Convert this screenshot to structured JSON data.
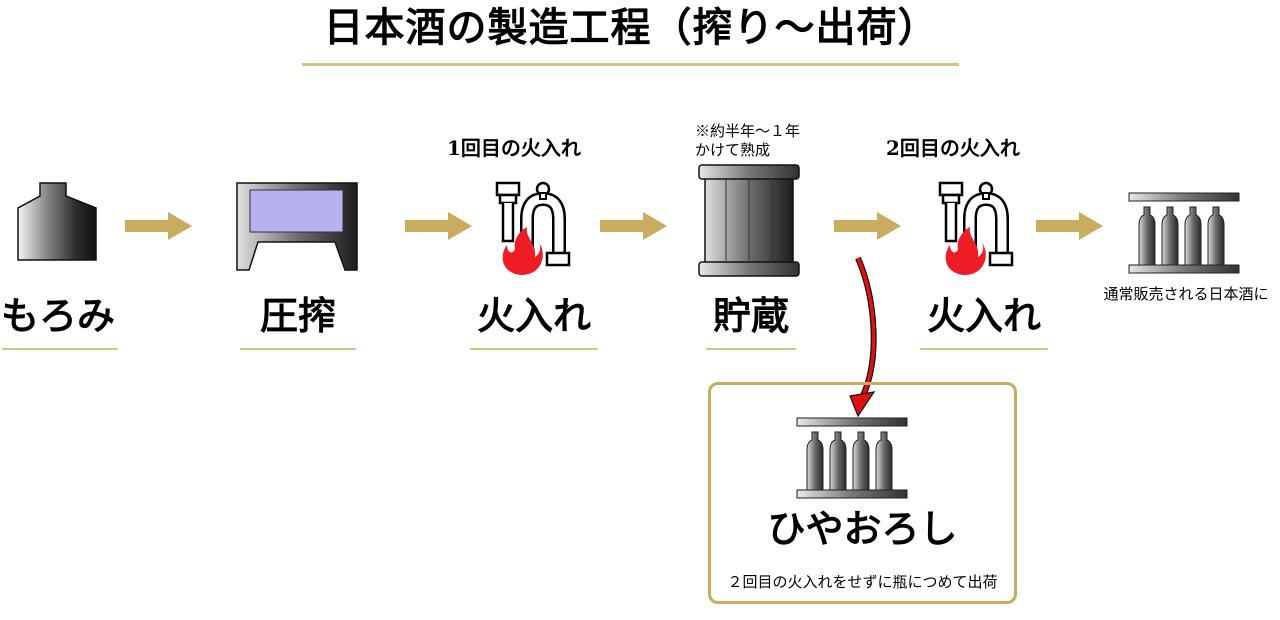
{
  "title": "日本酒の製造工程（搾り～出荷）",
  "steps": [
    {
      "label": "もろみ"
    },
    {
      "label": "圧搾"
    },
    {
      "label": "火入れ",
      "note": "1回目の火入れ"
    },
    {
      "label": "貯蔵",
      "note_lines": [
        "※約半年～１年",
        "かけて熟成"
      ]
    },
    {
      "label": "火入れ",
      "note": "2回目の火入れ"
    }
  ],
  "result": "通常販売される日本酒に",
  "branch": {
    "label": "ひやおろし",
    "caption": "２回目の火入れをせずに瓶につめて出荷"
  },
  "colors": {
    "accent": "#d8c383",
    "arrow": "#c9ac5d",
    "flame": "#ee1c24",
    "press_window": "#b7b1f0",
    "branch_arrow": "#e01010"
  },
  "icons": [
    "moromi-tank-icon",
    "press-icon",
    "pasteurizer-icon",
    "storage-tank-icon",
    "pasteurizer-icon",
    "bottles-icon",
    "bottles-icon"
  ]
}
